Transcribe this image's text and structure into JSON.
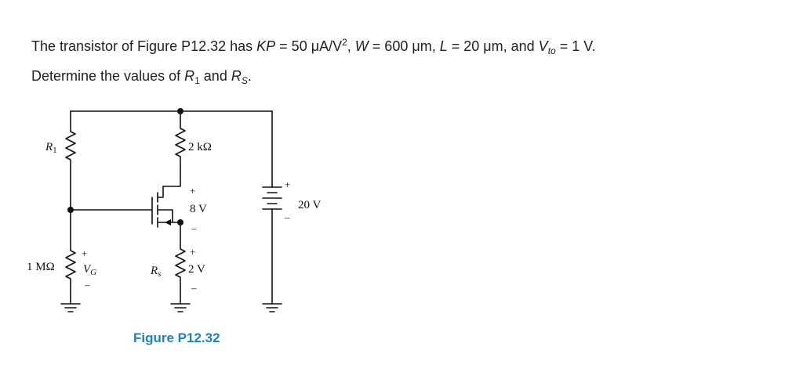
{
  "problem": {
    "line1": {
      "intro": "The transistor of Figure P12.32 has ",
      "kp_sym": "KP",
      "kp_val": " = 50 μA/V",
      "kp_exp": "2",
      "w_sep": ", ",
      "w_sym": "W",
      "w_val": " = 600 μm, ",
      "l_sym": "L",
      "l_val": " = 20 μm, and ",
      "vto_sym": "V",
      "vto_sub": "to",
      "vto_val": " = 1 V."
    },
    "line2": {
      "intro": "Determine the values of ",
      "r1_sym": "R",
      "r1_sub": "1",
      "and": " and ",
      "rs_sym": "R",
      "rs_sub": "S",
      "end": "."
    }
  },
  "figure": {
    "caption": "Figure P12.32",
    "r1_label": "R",
    "r1_sub": "1",
    "rd_label": "2 kΩ",
    "r2_label": "1 MΩ",
    "vg_label": "V",
    "vg_sub": "G",
    "rs_label": "R",
    "rs_sub": "s",
    "vds_plus": "+",
    "vds_value": "8 V",
    "vds_minus": "–",
    "vrs_plus": "+",
    "vrs_value": "2 V",
    "vrs_minus": "–",
    "vg_plus": "+",
    "vg_minus": "–",
    "supply_plus": "+",
    "supply_minus": "–",
    "supply_label": "20 V"
  }
}
